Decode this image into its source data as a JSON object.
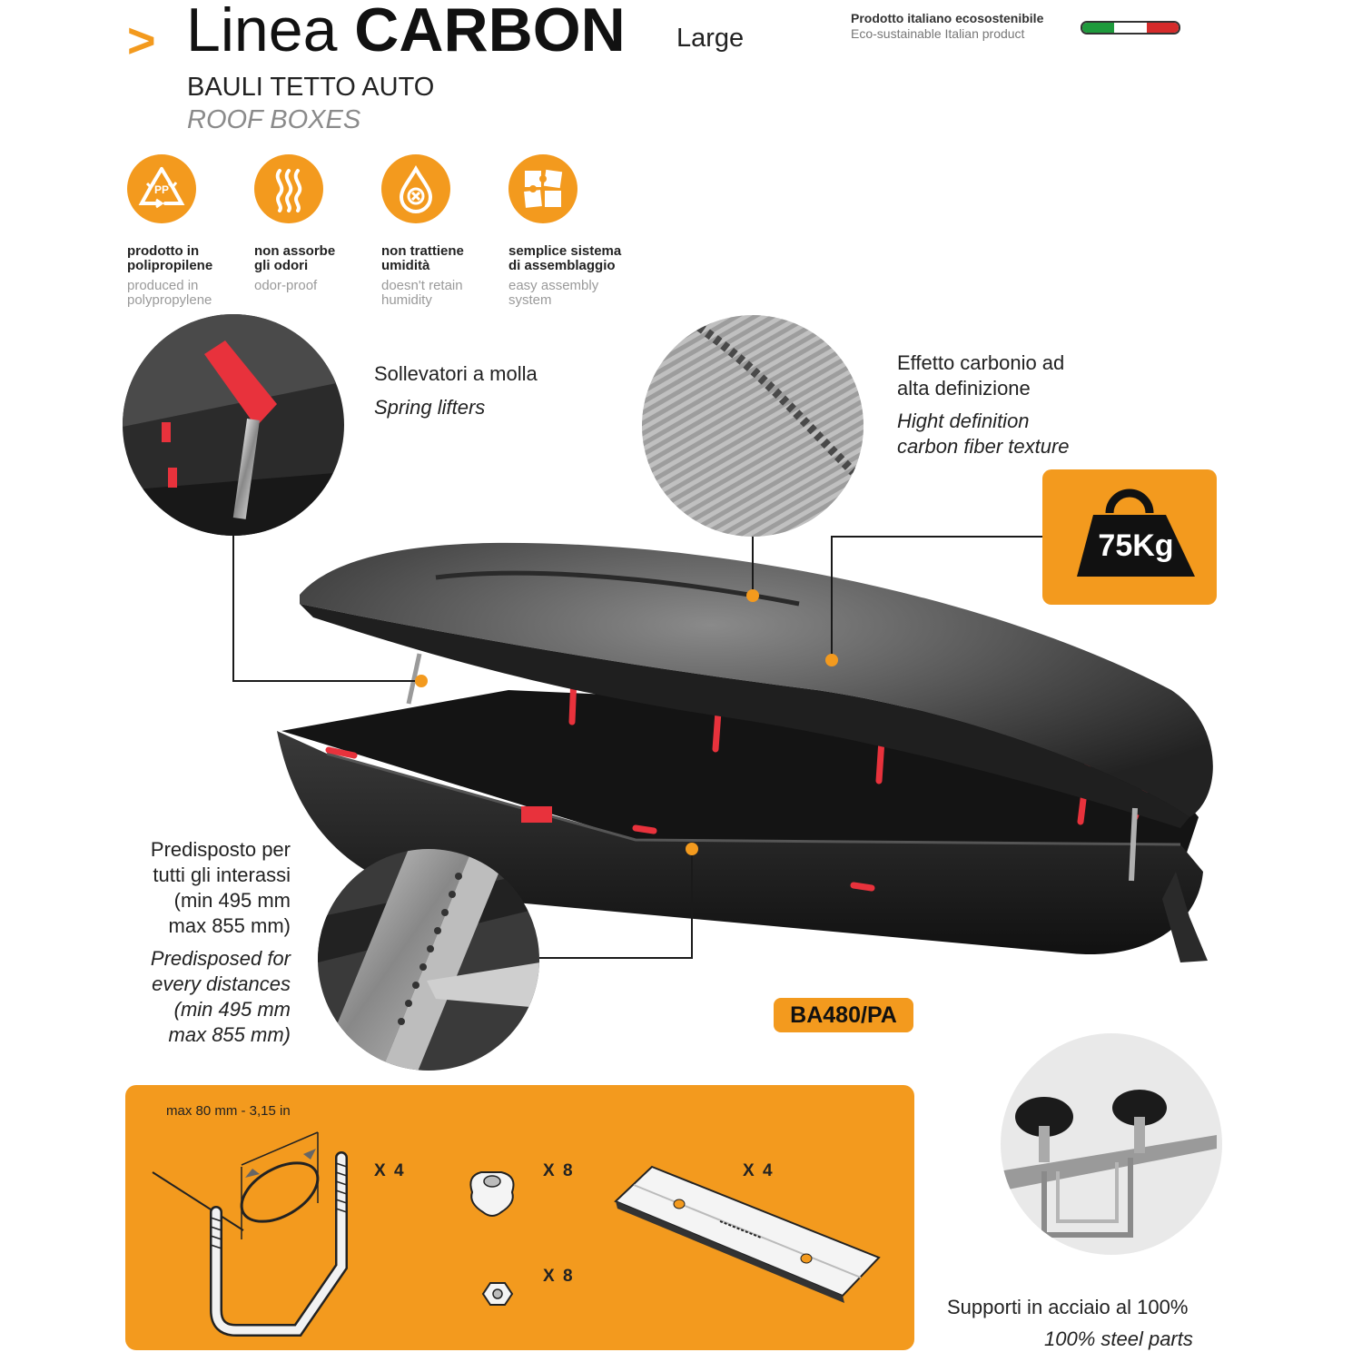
{
  "header": {
    "arrow": ">",
    "title_light": "Linea",
    "title_bold": "CARBON",
    "size": "Large",
    "subtitle_it": "BAULI TETTO AUTO",
    "subtitle_en": "ROOF BOXES",
    "eco_it": "Prodotto italiano ecosostenibile",
    "eco_en": "Eco-sustainable Italian product",
    "flag_colors": [
      "#1e9a3c",
      "#ffffff",
      "#d52b2b"
    ]
  },
  "features": [
    {
      "icon": "recycle-pp-icon",
      "icon_text": "PP",
      "it1": "prodotto in",
      "it2": "polipropilene",
      "en1": "produced in",
      "en2": "polypropylene"
    },
    {
      "icon": "odor-waves-icon",
      "it1": "non assorbe",
      "it2": "gli odori",
      "en1": "odor-proof",
      "en2": ""
    },
    {
      "icon": "no-humidity-drop-icon",
      "it1": "non trattiene",
      "it2": "umidità",
      "en1": "doesn't retain",
      "en2": "humidity"
    },
    {
      "icon": "puzzle-assembly-icon",
      "it1": "semplice sistema",
      "it2": "di assemblaggio",
      "en1": "easy assembly",
      "en2": "system"
    }
  ],
  "callouts": {
    "springs_it": "Sollevatori a molla",
    "springs_en": "Spring lifters",
    "carbon_it1": "Effetto carbonio ad",
    "carbon_it2": "alta definizione",
    "carbon_en1": "Hight definition",
    "carbon_en2": "carbon fiber texture",
    "weight": "75Kg",
    "mount_it1": "Predisposto per",
    "mount_it2": "tutti gli interassi",
    "mount_it3": "(min 495 mm",
    "mount_it4": "max 855 mm)",
    "mount_en1": "Predisposed for",
    "mount_en2": "every distances",
    "mount_en3": "(min 495 mm",
    "mount_en4": "max 855 mm)",
    "model": "BA480/PA"
  },
  "kit": {
    "max_label": "max 80 mm - 3,15 in",
    "ubolt_qty": "X 4",
    "knob_qty": "X 8",
    "nut_qty": "X 8",
    "plate_qty": "X 4"
  },
  "steel": {
    "it": "Supporti in acciaio al 100%",
    "en": "100% steel parts"
  },
  "colors": {
    "accent": "#f39a1e",
    "dark": "#1a1a1a",
    "red": "#e8323c"
  }
}
